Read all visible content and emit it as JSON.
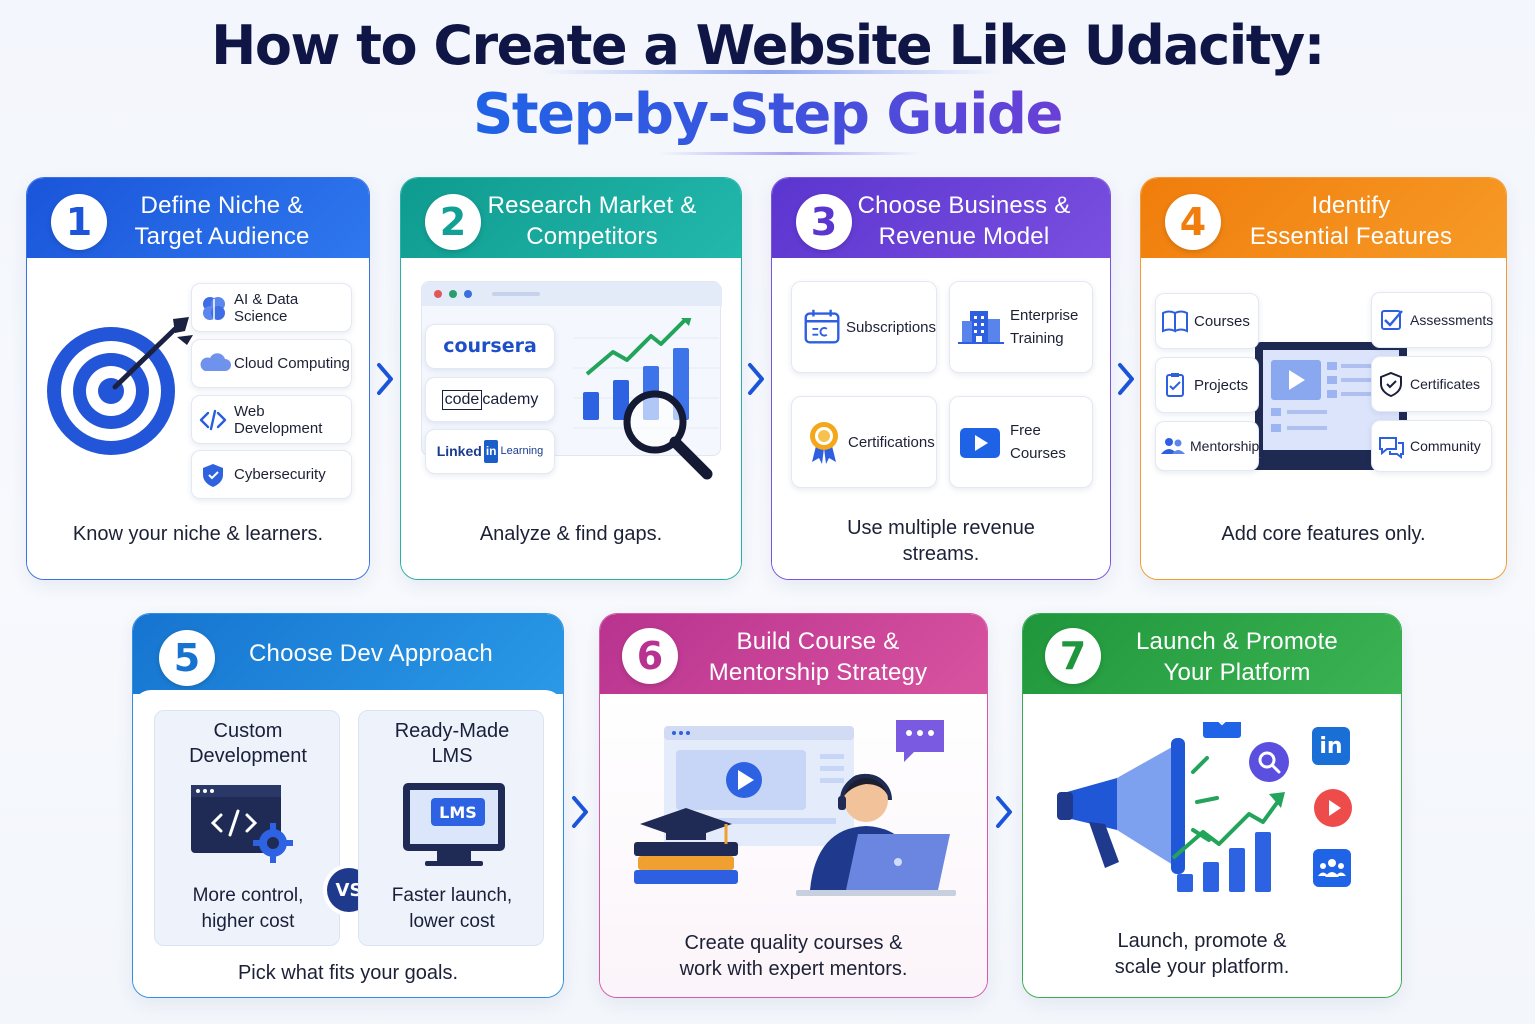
{
  "title": {
    "line1": "How to Create a Website Like Udacity:",
    "line2": "Step-by-Step Guide"
  },
  "steps": [
    {
      "number": "1",
      "title": "Define Niche &\nTarget Audience",
      "color": "#1f5fe0",
      "items": [
        "AI & Data Science",
        "Cloud Computing",
        "Web Development",
        "Cybersecurity"
      ],
      "caption": "Know your niche & learners."
    },
    {
      "number": "2",
      "title": "Research Market &\nCompetitors",
      "color": "#16a39a",
      "logos": [
        "coursera",
        "code",
        "cademy",
        "Linked",
        "in",
        "Learning"
      ],
      "caption": "Analyze & find gaps."
    },
    {
      "number": "3",
      "title": "Choose Business &\nRevenue Model",
      "color": "#6a3fd6",
      "items": [
        "Subscriptions",
        "Enterprise\nTraining",
        "Certifications",
        "Free\nCourses"
      ],
      "caption": "Use multiple revenue\nstreams."
    },
    {
      "number": "4",
      "title": "Identify\nEssential Features",
      "color": "#f28a12",
      "items_left": [
        "Courses",
        "Projects",
        "Mentorship"
      ],
      "items_right": [
        "Assessments",
        "Certificates",
        "Community"
      ],
      "caption": "Add core features only."
    },
    {
      "number": "5",
      "title": "Choose Dev Approach",
      "color": "#1a7fd6",
      "option_a": {
        "title": "Custom\nDevelopment",
        "note": "More control,\nhigher cost"
      },
      "vs": "VS",
      "option_b": {
        "title": "Ready-Made\nLMS",
        "badge": "LMS",
        "note": "Faster launch,\nlower cost"
      },
      "caption": "Pick what fits your goals."
    },
    {
      "number": "6",
      "title": "Build Course &\nMentorship Strategy",
      "color": "#c93f99",
      "caption": "Create quality courses &\nwork with expert mentors."
    },
    {
      "number": "7",
      "title": "Launch & Promote\nYour Platform",
      "color": "#27a044",
      "social": [
        "in"
      ],
      "caption": "Launch, promote &\nscale your platform."
    }
  ]
}
